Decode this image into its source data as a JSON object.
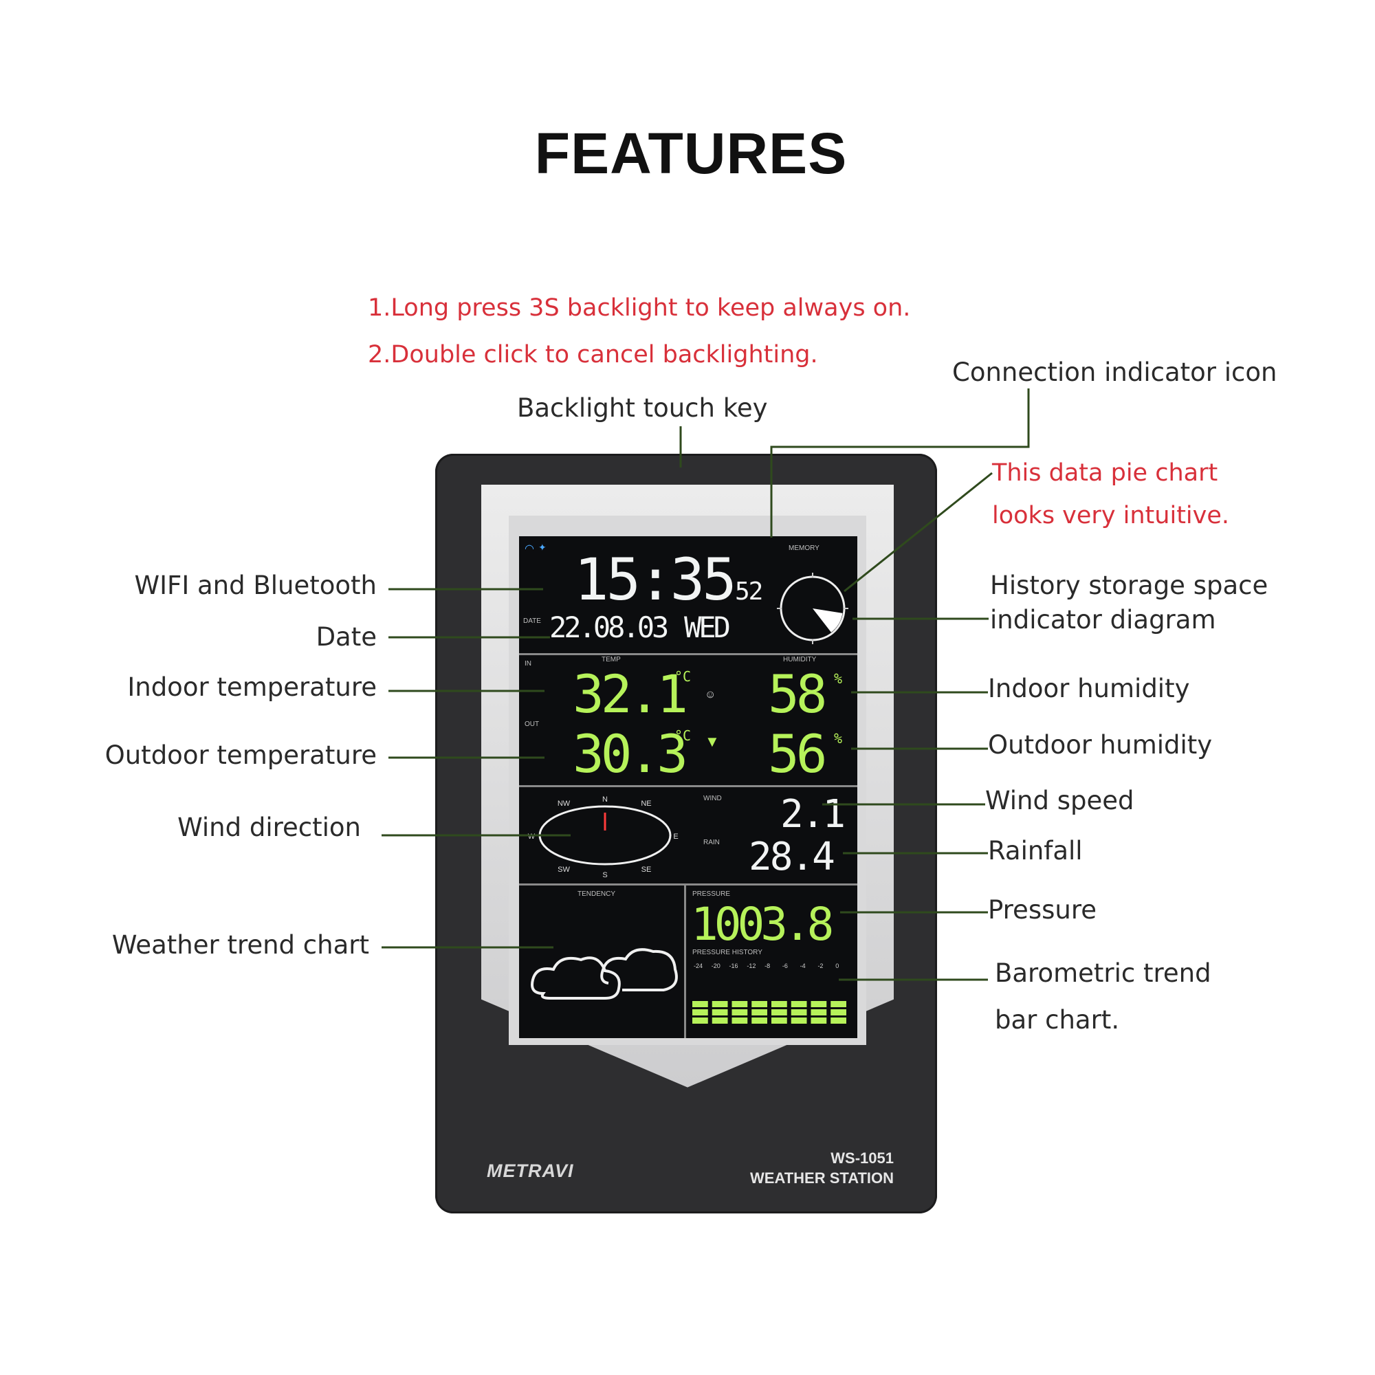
{
  "page": {
    "title": "FEATURES",
    "notes": [
      "1.Long press 3S backlight to keep always on.",
      "2.Double click to cancel backlighting."
    ],
    "pie_note": [
      "This data pie chart",
      "looks very intuitive."
    ]
  },
  "labels": {
    "backlight_key": "Backlight touch key",
    "connection_icon": "Connection indicator icon",
    "wifi_bt": "WIFI and Bluetooth",
    "date": "Date",
    "indoor_temp": "Indoor temperature",
    "outdoor_temp": "Outdoor temperature",
    "wind_direction": "Wind direction",
    "weather_trend": "Weather trend chart",
    "history_storage": [
      "History storage space",
      "indicator diagram"
    ],
    "indoor_humidity": "Indoor humidity",
    "outdoor_humidity": "Outdoor humidity",
    "wind_speed": "Wind speed",
    "rainfall": "Rainfall",
    "pressure": "Pressure",
    "baro_trend": [
      "Barometric trend",
      "bar chart."
    ]
  },
  "device": {
    "brand": "METRAVI",
    "model": "WS-1051",
    "subtitle": "WEATHER STATION",
    "colors": {
      "body": "#2e2e30",
      "lcd": "#0c0d0f",
      "segment_white": "#f2f4f4",
      "segment_green": "#b6f25a",
      "note_red": "#d8303a"
    }
  },
  "lcd": {
    "memory_label": "MEMORY",
    "time": "15:35",
    "seconds": "52",
    "date_label": "DATE",
    "date": "22.08.03",
    "weekday": "WED",
    "in_label": "IN",
    "out_label": "OUT",
    "temp_label": "TEMP",
    "humidity_label": "HUMIDITY",
    "indoor_temp": "32.1",
    "outdoor_temp": "30.3",
    "temp_unit": "°C",
    "indoor_humidity": "58",
    "outdoor_humidity": "56",
    "humidity_unit": "%",
    "wind_label": "WIND",
    "rain_label": "RAIN",
    "wind_speed": "2.1",
    "rainfall": "28.4",
    "compass": [
      "N",
      "NE",
      "E",
      "SE",
      "S",
      "SW",
      "W",
      "NW"
    ],
    "tendency_label": "TENDENCY",
    "pressure_label": "PRESSURE",
    "pressure": "1003.8",
    "pressure_history_label": "PRESSURE HISTORY",
    "pressure_history_hours": [
      "-24",
      "-20",
      "-16",
      "-12",
      "-8",
      "-6",
      "-4",
      "-2",
      "0"
    ],
    "pressure_bars": [
      0.9,
      0.9,
      0.9,
      0.9,
      0.9,
      0.9,
      0.9,
      0.9
    ],
    "memory_used_fraction": 0.12
  }
}
